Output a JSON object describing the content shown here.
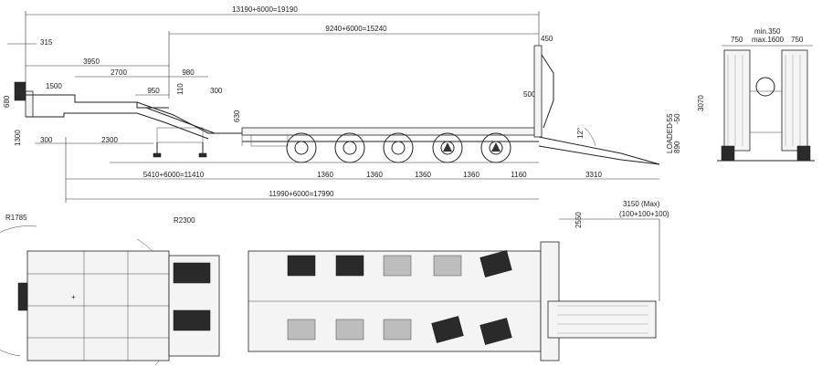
{
  "dimensions": {
    "overall_length": "13190+6000=19190",
    "deck_length": "9240+6000=15240",
    "gooseneck_offset": "315",
    "gooseneck_front": "3950",
    "deck_front": "2700",
    "step_980": "980",
    "step_950": "950",
    "rear_overhang": "450",
    "height_680": "680",
    "gooseneck_1500": "1500",
    "height_110": "110",
    "step_300": "300",
    "height_630": "630",
    "height_500": "500",
    "height_1300": "1300",
    "front_300": "300",
    "front_2300": "2300",
    "wheelbase_total": "5410+6000=11410",
    "axle_1": "1360",
    "axle_2": "1360",
    "axle_3": "1360",
    "axle_4": "1360",
    "rear_1160": "1160",
    "ramp_3310": "3310",
    "total_17990": "11990+6000=17990",
    "ramp_angle": "12°",
    "loaded_label": "LOADED",
    "loaded_1": "-55",
    "loaded_2": "-50",
    "loaded_890": "890",
    "turn_r1785": "R1785",
    "turn_r2300": "R2300",
    "width_2550": "2550",
    "ramp_max": "3150 (Max)",
    "ramp_segments": "(100+100+100)",
    "end_left_750": "750",
    "end_right_750": "750",
    "end_min": "min.350",
    "end_max": "max.1600",
    "end_height": "3070"
  }
}
